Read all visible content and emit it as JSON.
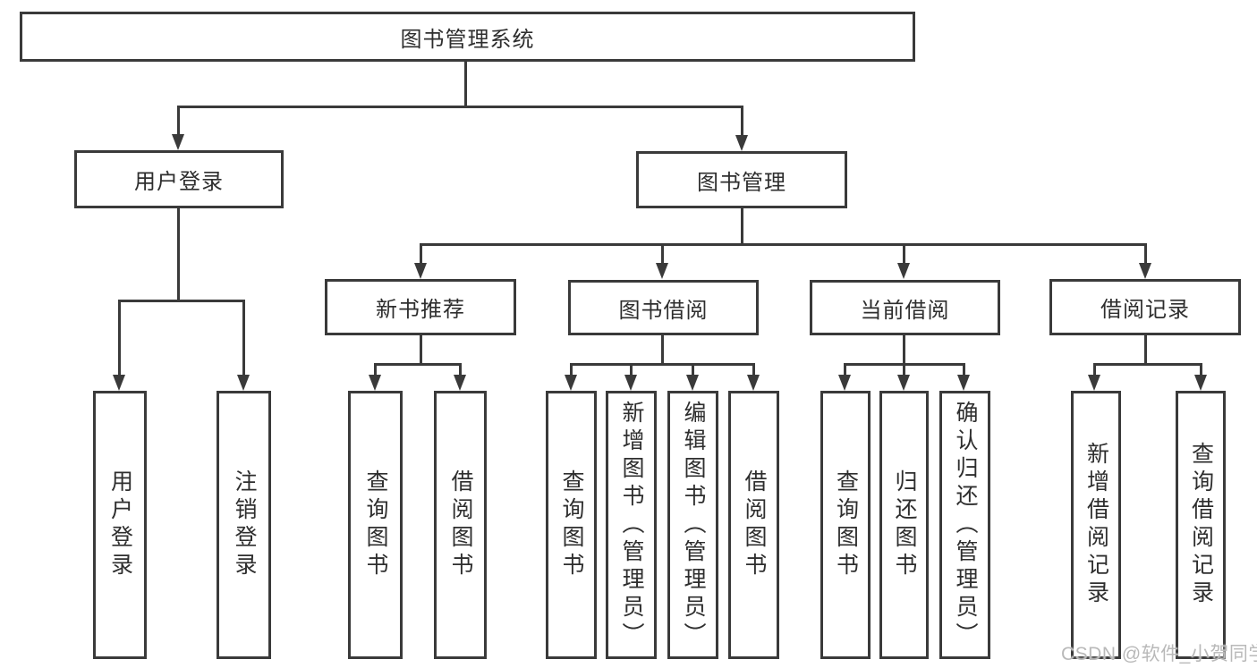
{
  "diagram": {
    "root": {
      "label": "图书管理系统",
      "children": [
        {
          "label": "用户登录",
          "children": [
            {
              "label": "用户登录"
            },
            {
              "label": "注销登录"
            }
          ]
        },
        {
          "label": "图书管理",
          "children": [
            {
              "label": "新书推荐",
              "children": [
                {
                  "label": "查询图书"
                },
                {
                  "label": "借阅图书"
                }
              ]
            },
            {
              "label": "图书借阅",
              "children": [
                {
                  "label": "查询图书"
                },
                {
                  "label": "新增图书（管理员）"
                },
                {
                  "label": "编辑图书（管理员）"
                },
                {
                  "label": "借阅图书"
                }
              ]
            },
            {
              "label": "当前借阅",
              "children": [
                {
                  "label": "查询图书"
                },
                {
                  "label": "归还图书"
                },
                {
                  "label": "确认归还（管理员）"
                }
              ]
            },
            {
              "label": "借阅记录",
              "children": [
                {
                  "label": "新增借阅记录"
                },
                {
                  "label": "查询借阅记录"
                }
              ]
            }
          ]
        }
      ]
    }
  },
  "watermark": {
    "text": "CSDN @软件_小贺同学"
  },
  "colors": {
    "line": "#3a3a3a",
    "text": "#2e2e2e",
    "watermark": "#b9b9b9",
    "background": "#ffffff"
  }
}
